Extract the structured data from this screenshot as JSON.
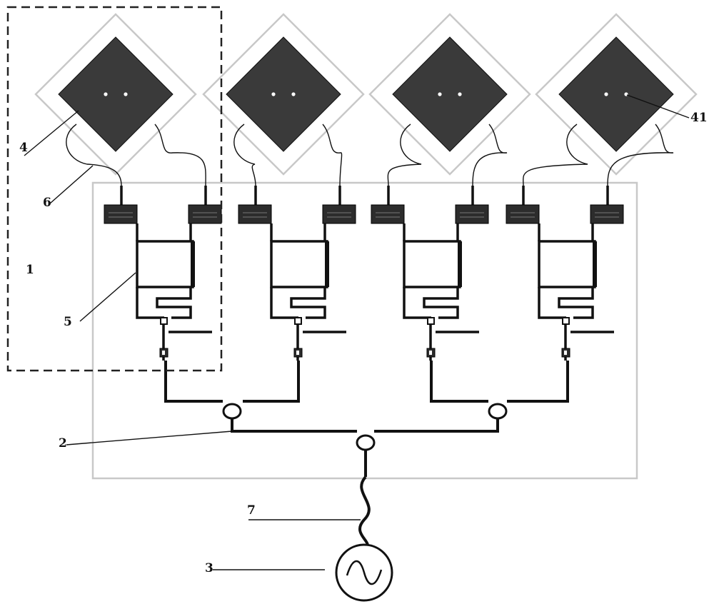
{
  "labels": {
    "antenna_unit": "1",
    "feed_network": "2",
    "signal_source": "3",
    "radiating_patch": "4",
    "phase_circuit": "5",
    "connection_cable": "6",
    "source_cable": "7",
    "feed_point": "41"
  },
  "elements": {
    "antenna_count": 4,
    "feed_points_per_patch": 2,
    "connectors_per_unit": 2
  },
  "colors": {
    "line": "#111111",
    "patch": "#3a3a3a",
    "substrate_outline": "#c8c8c8"
  }
}
